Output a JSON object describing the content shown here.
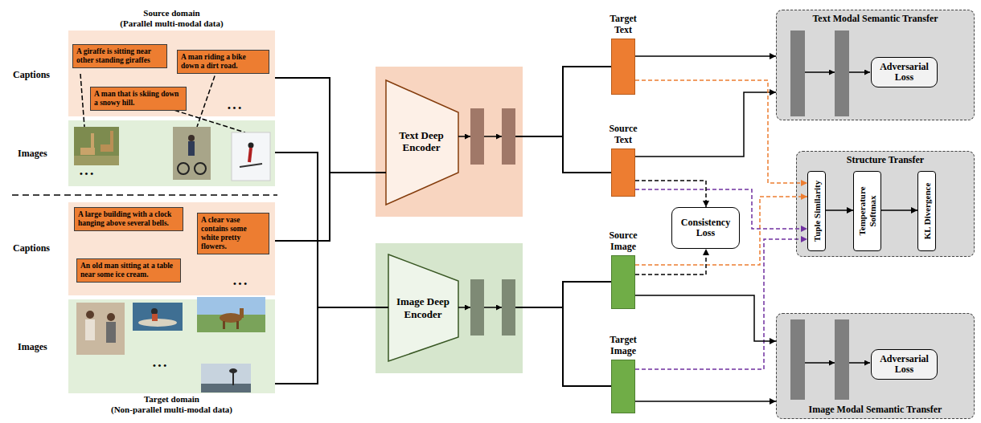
{
  "diagram": {
    "nodes": [
      {
        "text": [
          "Source domain",
          "(Parallel multi-modal data)",
          "• • •"
        ]
      },
      {
        "text": [
          "A giraffe is sitting near other standing giraffes"
        ],
        "in": 0
      },
      {
        "text": [
          "A man riding a bike down a dirt road."
        ],
        "in": 0
      },
      {
        "text": [
          "A man that is skiing down a snowy hill."
        ],
        "in": 0
      },
      {
        "text": [
          "• • •"
        ]
      },
      {
        "text": [
          "• • •"
        ]
      },
      {
        "text": [
          "A large building with a clock hanging above several bells."
        ],
        "in": 5
      },
      {
        "text": [
          "A clear vase contains some white pretty flowers."
        ],
        "in": 5
      },
      {
        "text": [
          "An old man sitting at a table near some ice cream."
        ],
        "in": 5
      },
      {
        "text": [
          "• • •",
          "Target domain",
          "(Non-parallel multi-modal data)"
        ]
      },
      {
        "text": [
          "Text Deep Encoder"
        ]
      },
      {
        "text": [
          "Image Deep Encoder"
        ]
      },
      {
        "text": [
          "Target Text"
        ]
      },
      {
        "text": [
          "Source Text"
        ]
      },
      {
        "text": [
          "Source Image"
        ]
      },
      {
        "text": [
          "Target Image"
        ]
      },
      {
        "text": [
          "Consistency Loss"
        ]
      },
      {
        "text": [
          "Text Modal Semantic Transfer"
        ]
      },
      {
        "text": [
          "Adversarial Loss"
        ],
        "in": 17
      },
      {
        "text": [
          "Structure Transfer"
        ]
      },
      {
        "text": [
          "Tuple Similarity"
        ],
        "in": 19
      },
      {
        "text": [
          "Temperature Softmax"
        ],
        "in": 19
      },
      {
        "text": [
          "KL Divergence"
        ],
        "in": 19
      },
      {
        "text": [
          "Image Modal Semantic Transfer"
        ]
      },
      {
        "text": [
          "Adversarial Loss"
        ],
        "in": 23
      }
    ],
    "edges": [
      {
        "from": 0,
        "to": 10,
        "arrow": "none"
      },
      {
        "from": 5,
        "to": 10,
        "arrow": "none"
      },
      {
        "from": 4,
        "to": 11,
        "arrow": "none"
      },
      {
        "from": 9,
        "to": 11,
        "arrow": "none"
      },
      {
        "from": 10,
        "to": 12,
        "arrow": "none"
      },
      {
        "from": 10,
        "to": 13,
        "arrow": "none"
      },
      {
        "from": 11,
        "to": 14,
        "arrow": "none"
      },
      {
        "from": 11,
        "to": 15,
        "arrow": "none"
      },
      {
        "from": 12,
        "to": 17,
        "arrow": "to"
      },
      {
        "from": 13,
        "to": 17,
        "arrow": "to"
      },
      {
        "from": 12,
        "to": 20,
        "arrow": "to"
      },
      {
        "from": 14,
        "to": 20,
        "arrow": "to"
      },
      {
        "from": 13,
        "to": 20,
        "arrow": "to"
      },
      {
        "from": 15,
        "to": 20,
        "arrow": "to"
      },
      {
        "from": 13,
        "to": 16,
        "arrow": "to"
      },
      {
        "from": 14,
        "to": 16,
        "arrow": "to"
      },
      {
        "from": 14,
        "to": 23,
        "arrow": "to"
      },
      {
        "from": 15,
        "to": 23,
        "arrow": "to"
      },
      {
        "from": 20,
        "to": 21,
        "arrow": "to"
      },
      {
        "from": 21,
        "to": 22,
        "arrow": "to"
      }
    ],
    "labels": [
      "Captions",
      "Images",
      "Captions",
      "Images"
    ]
  }
}
